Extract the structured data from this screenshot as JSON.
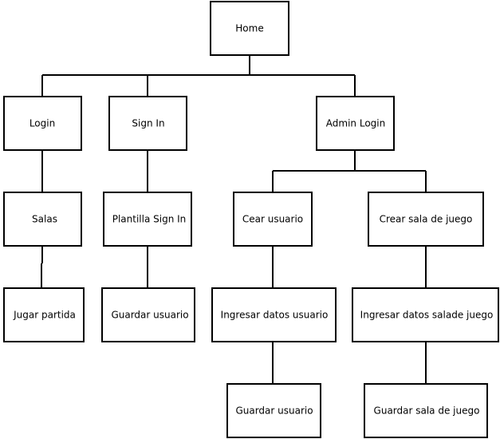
{
  "nodes": {
    "home": {
      "label": "Home"
    },
    "login": {
      "label": "Login"
    },
    "sign_in": {
      "label": "Sign In"
    },
    "admin_login": {
      "label": "Admin Login"
    },
    "salas": {
      "label": "Salas"
    },
    "plantilla_sign_in": {
      "label": "Plantilla Sign In"
    },
    "cear_usuario": {
      "label": "Cear usuario"
    },
    "crear_sala": {
      "label": "Crear sala de juego"
    },
    "jugar_partida": {
      "label": "Jugar partida"
    },
    "guardar_usuario_signin": {
      "label": "Guardar usuario"
    },
    "ingresar_datos_usuario": {
      "label": "Ingresar datos usuario"
    },
    "ingresar_datos_sala": {
      "label": "Ingresar datos salade juego"
    },
    "guardar_usuario_admin": {
      "label": "Guardar usuario"
    },
    "guardar_sala": {
      "label": "Guardar sala de juego"
    }
  },
  "edges": [
    [
      "home",
      "login"
    ],
    [
      "home",
      "sign_in"
    ],
    [
      "home",
      "admin_login"
    ],
    [
      "login",
      "salas"
    ],
    [
      "sign_in",
      "plantilla_sign_in"
    ],
    [
      "admin_login",
      "cear_usuario"
    ],
    [
      "admin_login",
      "crear_sala"
    ],
    [
      "salas",
      "jugar_partida"
    ],
    [
      "plantilla_sign_in",
      "guardar_usuario_signin"
    ],
    [
      "cear_usuario",
      "ingresar_datos_usuario"
    ],
    [
      "crear_sala",
      "ingresar_datos_sala"
    ],
    [
      "ingresar_datos_usuario",
      "guardar_usuario_admin"
    ],
    [
      "ingresar_datos_sala",
      "guardar_sala"
    ]
  ]
}
